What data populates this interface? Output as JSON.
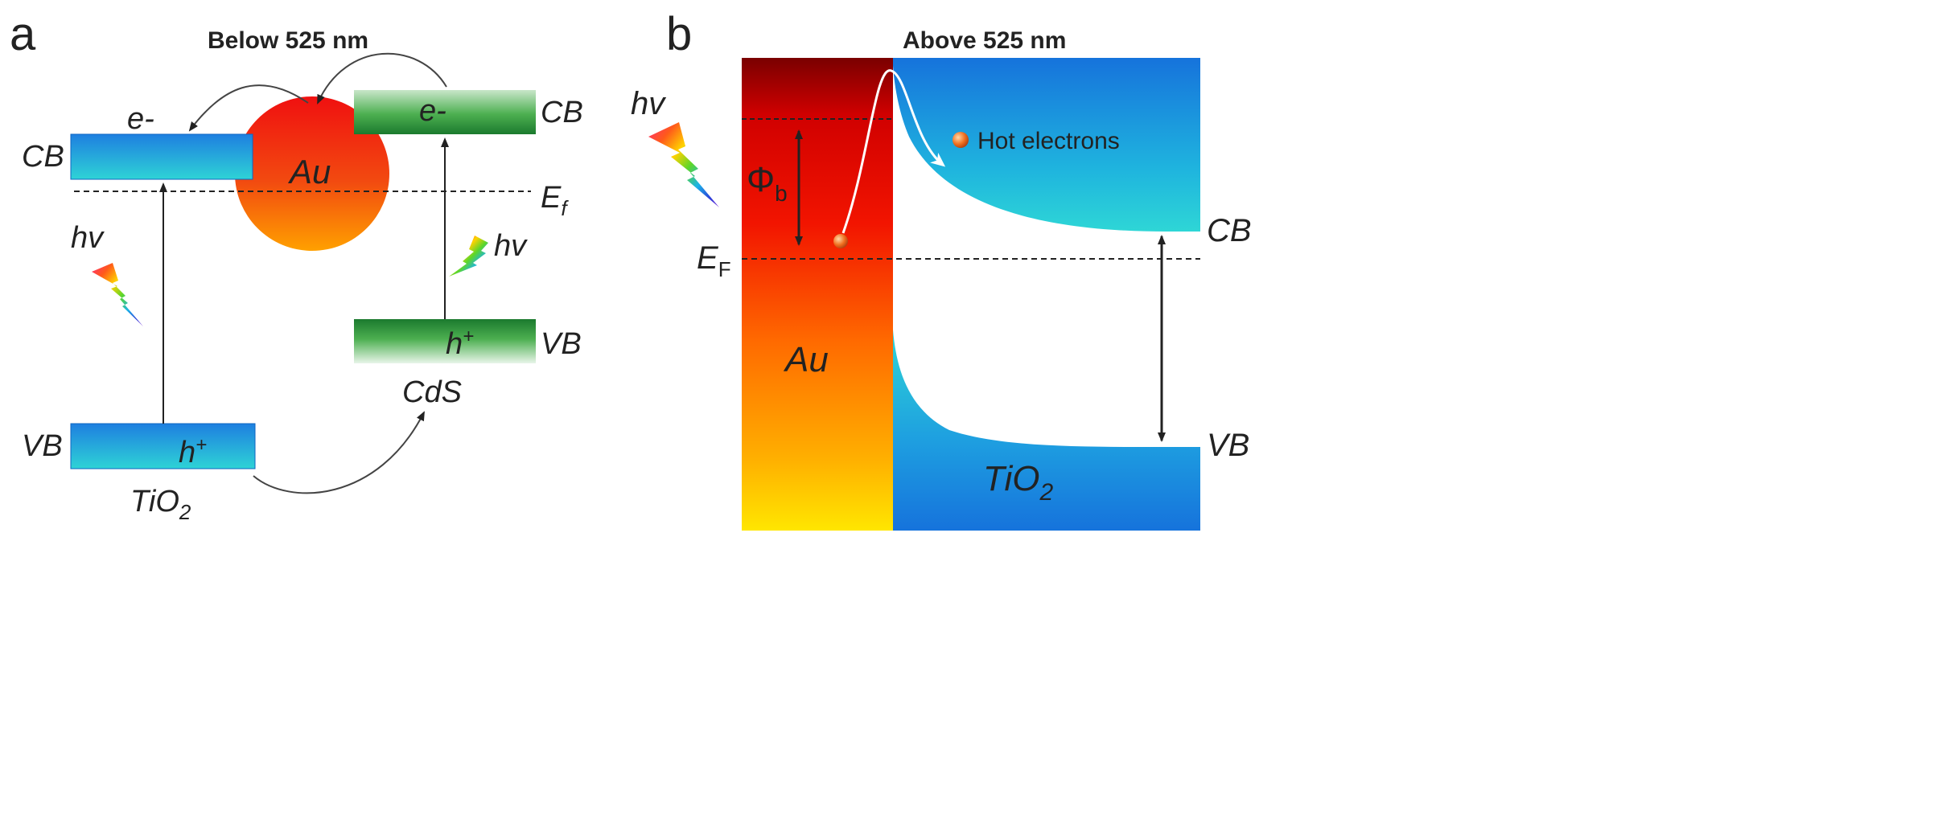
{
  "panel_a": {
    "letter": "a",
    "title": "Below 525 nm",
    "tio2": {
      "name_base": "TiO",
      "name_sub": "2",
      "cb_label": "CB",
      "vb_label": "VB",
      "electron": "e-",
      "hole_base": "h",
      "hole_sup": "+"
    },
    "cds": {
      "name": "CdS",
      "cb_label": "CB",
      "vb_label": "VB",
      "electron": "e-",
      "hole_base": "h",
      "hole_sup": "+"
    },
    "au_label": "Au",
    "fermi_base": "E",
    "fermi_sub": "f",
    "photon_left": "hv",
    "photon_right": "hv"
  },
  "panel_b": {
    "letter": "b",
    "title": "Above 525 nm",
    "photon": "hv",
    "barrier_base": "Φ",
    "barrier_sub": "b",
    "fermi_base": "E",
    "fermi_sub": "F",
    "hot_electrons": "Hot electrons",
    "au_label": "Au",
    "tio2_base": "TiO",
    "tio2_sub": "2",
    "cb_label": "CB",
    "vb_label": "VB"
  },
  "colors": {
    "tio2_band_top": "#1E88E5",
    "tio2_band_bottom": "#26C6DA",
    "cds_band": "#1B7A2E",
    "au_red": "#E00000",
    "au_yellow": "#FFE000"
  }
}
